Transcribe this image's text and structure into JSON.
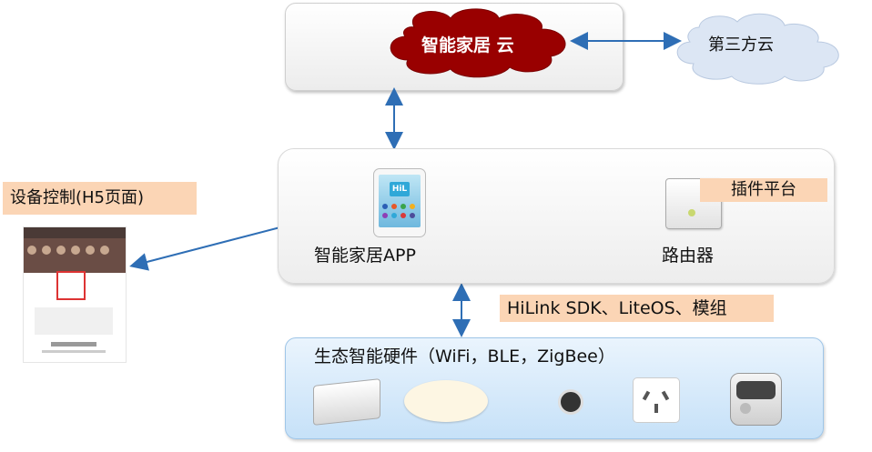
{
  "cloud": {
    "main_label": "智能家居 云",
    "third_party_label": "第三方云"
  },
  "app_section": {
    "app_label": "智能家居APP",
    "router_label": "路由器",
    "plugin_label": "插件平台",
    "app_icon_text": "HiL"
  },
  "device_control": {
    "label": "设备控制(H5页面)"
  },
  "sdk_label": "HiLink SDK、LiteOS、模组",
  "hardware": {
    "title": "生态智能硬件（WiFi，BLE，ZigBee）"
  },
  "colors": {
    "cloud_red": "#990000",
    "arrow_blue": "#2e6eb5",
    "label_orange": "#fbd5b5"
  }
}
